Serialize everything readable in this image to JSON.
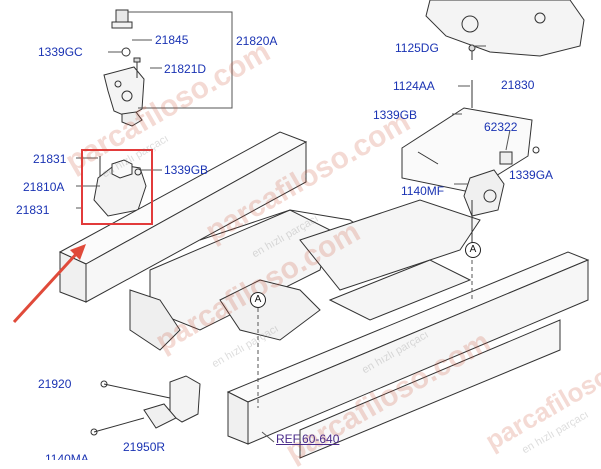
{
  "diagram": {
    "part_labels": [
      "1339GC",
      "21845",
      "21820A",
      "21821D",
      "21831",
      "21810A",
      "21831",
      "1339GB",
      "1125DG",
      "1124AA",
      "21830",
      "1339GB",
      "62322",
      "1140MF",
      "1339GA",
      "21920",
      "21950R",
      "1140MA"
    ],
    "reference": {
      "label": "REF.",
      "number": "60-640"
    },
    "connector_marks": [
      "A",
      "A"
    ],
    "watermark": {
      "brand": "parcafiloso.com",
      "tagline": "en hızlı parçacı"
    },
    "colors": {
      "label_text": "#1a33b3",
      "highlight_box": "#e23b3b",
      "arrow": "#e04a3a",
      "line_art": "#333333"
    }
  }
}
